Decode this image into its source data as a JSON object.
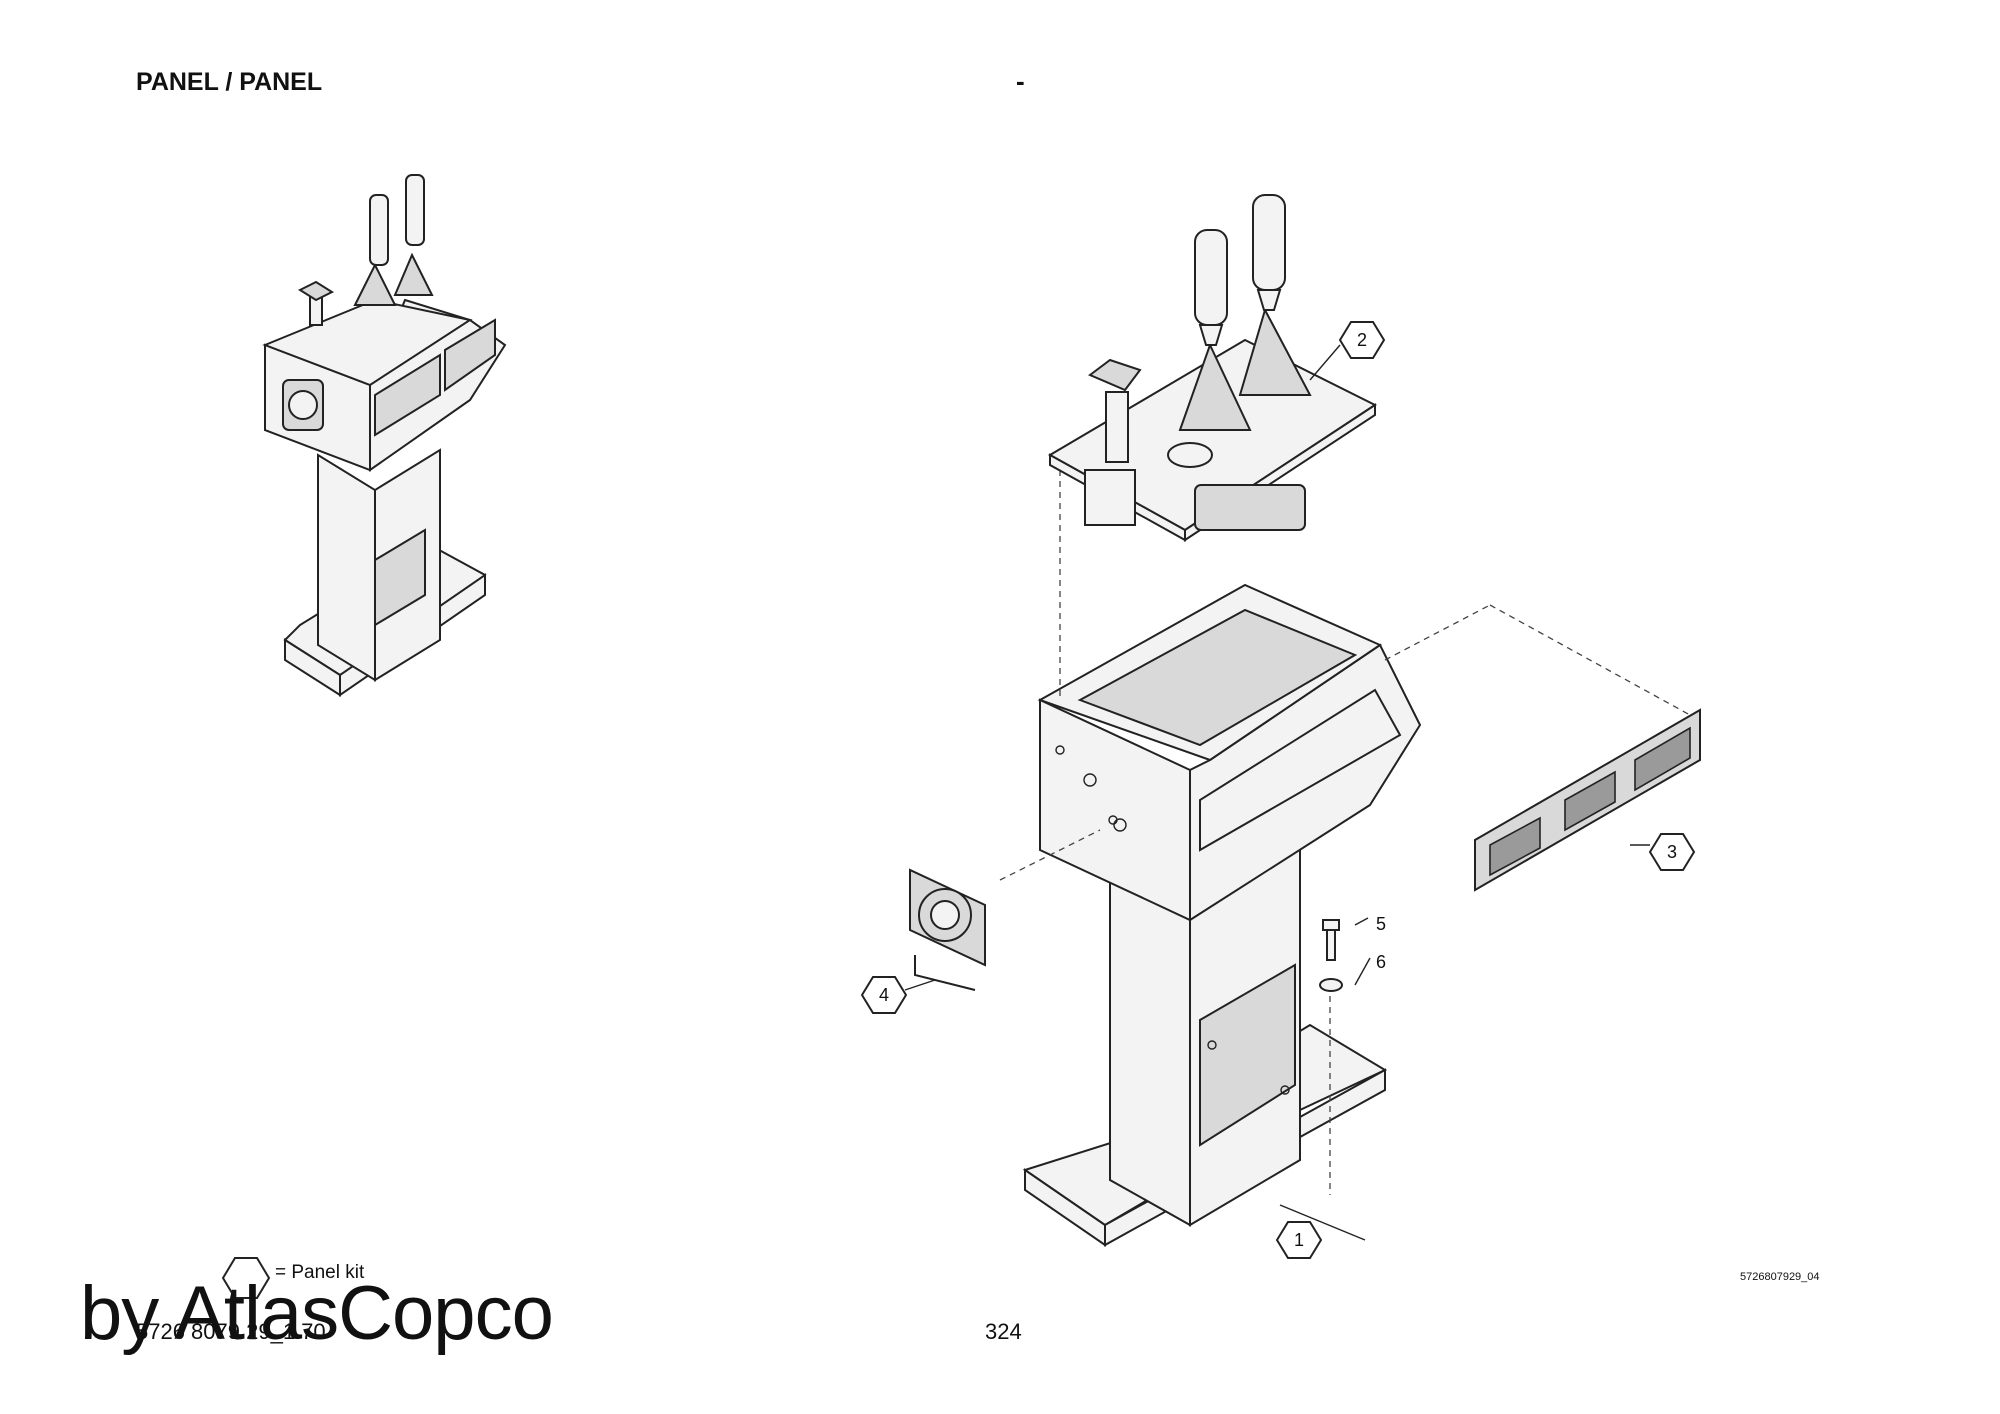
{
  "header": {
    "title": "PANEL / PANEL",
    "dash": "-"
  },
  "callouts": [
    {
      "label": "1"
    },
    {
      "label": "2"
    },
    {
      "label": "3"
    },
    {
      "label": "4"
    },
    {
      "label": "5"
    },
    {
      "label": "6"
    }
  ],
  "legend": {
    "symbol": "hexagon",
    "label": "= Panel kit"
  },
  "footer": {
    "image_code": "5726807929_04",
    "doc_number": "5726 8079 29_1.70",
    "page_number": "324",
    "watermark": "by AtlasCopco"
  }
}
